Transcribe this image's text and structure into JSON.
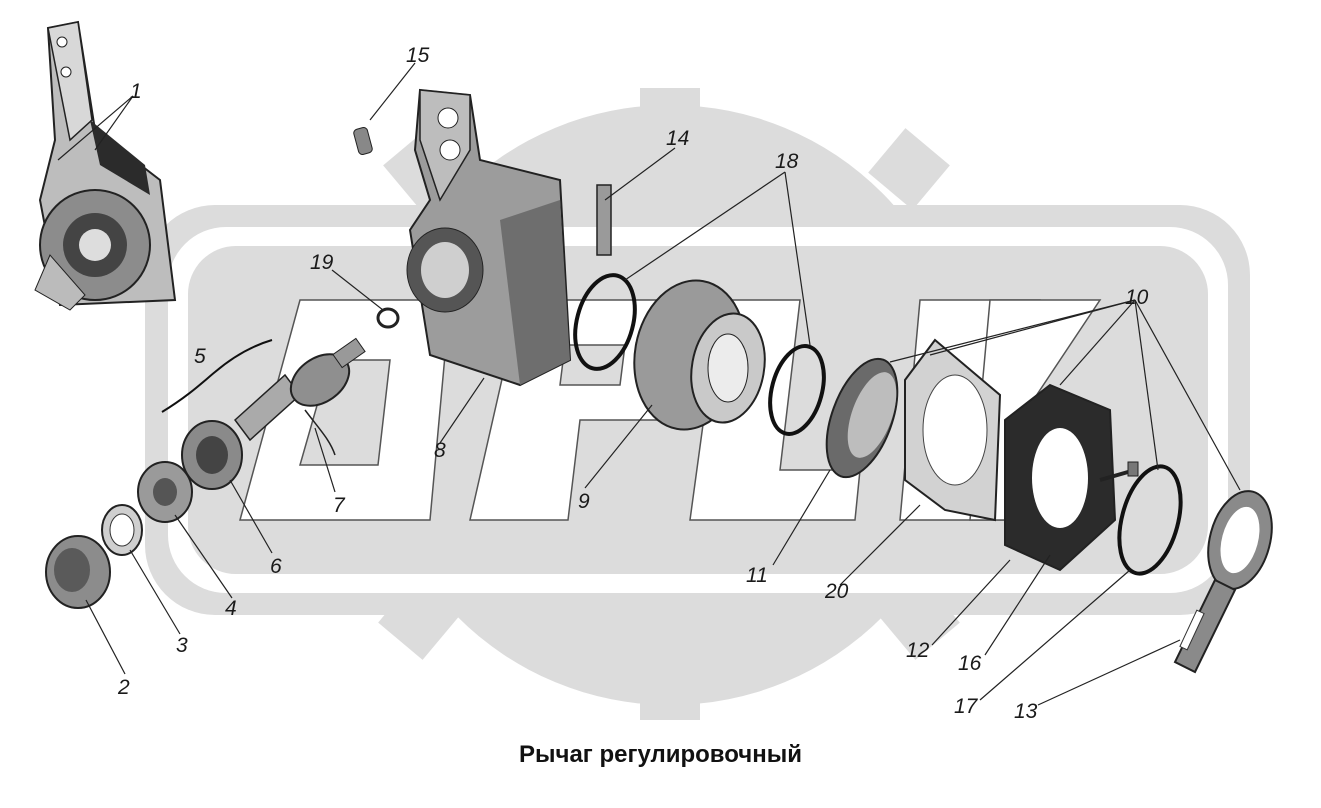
{
  "caption": "Рычаг регулировочный",
  "callouts": [
    "1",
    "2",
    "3",
    "4",
    "5",
    "6",
    "7",
    "8",
    "9",
    "10",
    "11",
    "12",
    "13",
    "14",
    "15",
    "16",
    "17",
    "18",
    "19",
    "20"
  ],
  "colors": {
    "watermark_fill": "#dcdcdc",
    "part_dark": "#2b2b2b",
    "part_mid": "#7a7a7a",
    "part_light": "#bdbdbd",
    "text": "#1a1a1a"
  }
}
